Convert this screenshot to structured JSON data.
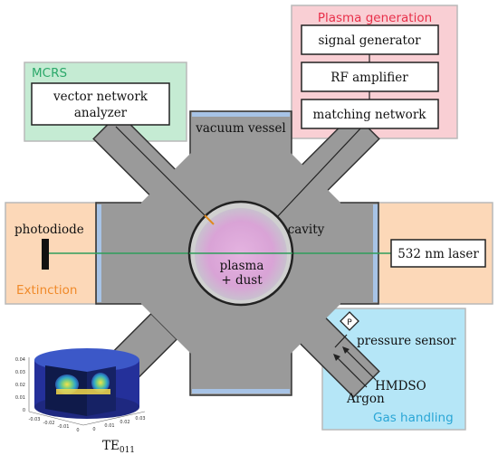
{
  "plasma_generation": {
    "title": "Plasma generation",
    "blocks": [
      "signal generator",
      "RF amplifier",
      "matching network"
    ]
  },
  "mcrs": {
    "title": "MCRS",
    "analyzer_line1": "vector network",
    "analyzer_line2": "analyzer"
  },
  "chamber": {
    "vacuum_vessel": "vacuum vessel",
    "cavity": "cavity",
    "plasma_line1": "plasma",
    "plasma_line2": "+ dust"
  },
  "extinction": {
    "title": "Extinction",
    "photodiode": "photodiode",
    "laser": "532 nm laser"
  },
  "gas_handling": {
    "title": "Gas handling",
    "sensor_symbol": "P",
    "pressure_sensor": "pressure sensor",
    "hmdso": "HMDSO",
    "argon": "Argon"
  },
  "mode_plot": {
    "mode_label": "TE",
    "mode_subscript": "011",
    "z_ticks": [
      "0.04",
      "0.03",
      "0.02",
      "0.01",
      "0"
    ],
    "x_ticks": [
      "-0.03",
      "-0.02",
      "-0.01",
      "0"
    ],
    "y_ticks": [
      "0",
      "0.01",
      "0.02",
      "0.03"
    ]
  },
  "colors": {
    "plasma_gen_fill": "#f9cfd4",
    "plasma_gen_title": "#e8304a",
    "mcrs_fill": "#c5ebd3",
    "mcrs_title": "#2ca86a",
    "extinction_fill": "#fcd8b8",
    "extinction_title": "#f08a2a",
    "gas_fill": "#b5e6f7",
    "gas_title": "#2aa6d6",
    "vessel": "#9a9a9a",
    "window": "#a7c3e6",
    "plasma": "#d9a3d6",
    "laser_beam": "#2e9e5a"
  }
}
